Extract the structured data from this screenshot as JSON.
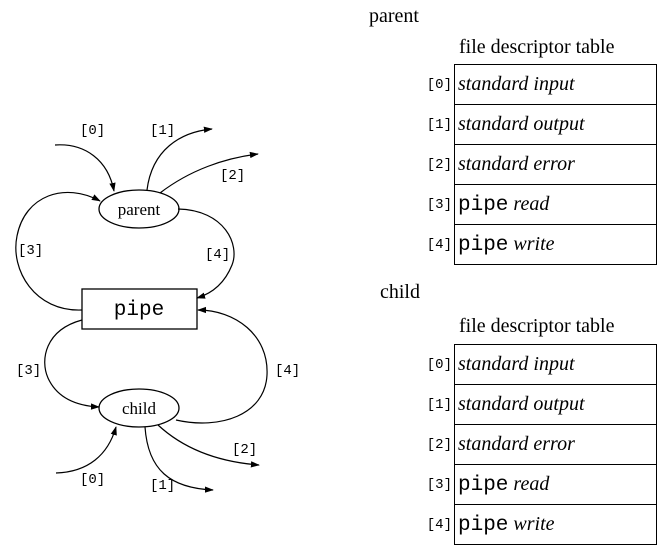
{
  "diagram": {
    "parent_node": "parent",
    "child_node": "child",
    "pipe_node": "pipe",
    "parent_labels": {
      "in0": "[0]",
      "out1": "[1]",
      "err2": "[2]",
      "read3": "[3]",
      "write4": "[4]"
    },
    "child_labels": {
      "in0": "[0]",
      "out1": "[1]",
      "err2": "[2]",
      "read3": "[3]",
      "write4": "[4]"
    }
  },
  "parent": {
    "title": "parent",
    "table_title": "file descriptor table",
    "rows": [
      {
        "index": "[0]",
        "mono": "",
        "text": "standard input"
      },
      {
        "index": "[1]",
        "mono": "",
        "text": "standard output"
      },
      {
        "index": "[2]",
        "mono": "",
        "text": "standard error"
      },
      {
        "index": "[3]",
        "mono": "pipe",
        "text": "read"
      },
      {
        "index": "[4]",
        "mono": "pipe",
        "text": "write"
      }
    ]
  },
  "child": {
    "title": "child",
    "table_title": "file descriptor table",
    "rows": [
      {
        "index": "[0]",
        "mono": "",
        "text": "standard input"
      },
      {
        "index": "[1]",
        "mono": "",
        "text": "standard output"
      },
      {
        "index": "[2]",
        "mono": "",
        "text": "standard error"
      },
      {
        "index": "[3]",
        "mono": "pipe",
        "text": "read"
      },
      {
        "index": "[4]",
        "mono": "pipe",
        "text": "write"
      }
    ]
  }
}
